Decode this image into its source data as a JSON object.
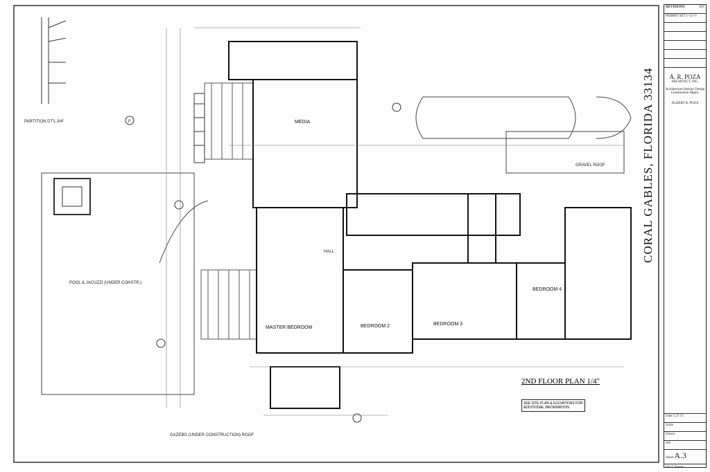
{
  "title_block": {
    "revisions_label": "REVISIONS",
    "by_label": "BY",
    "revision_1": "PERMIT SET 1-15-??",
    "firm_name": "A. R. POZA",
    "firm_sub": "ARCHITECT, INC.",
    "services": "Architecture Interior Design Construction Mgmt.",
    "architect": "ALBERT R. POZA",
    "date_label": "Date",
    "date_value": "5.27.15",
    "scale_label": "Scale",
    "drawn_label": "Drawn",
    "job_label": "Job",
    "sheet_label": "Sheet",
    "sheet_value": "A.3",
    "of_label": "Of",
    "of_value": "15",
    "sheets_label": "Sheets"
  },
  "location": "CORAL GABLES, FLORIDA 33134",
  "plan_title": "2ND FLOOR PLAN 1/4\"",
  "note": "SEE SITE PLAN & ELEVATIONS FOR ADDITIONAL INFORMATION",
  "rooms": {
    "media": "MEDIA",
    "master": "MASTER BEDROOM",
    "bed2": "BEDROOM 2",
    "bed3": "BEDROOM 3",
    "bed4": "BEDROOM 4",
    "hall": "HALL",
    "pool": "POOL & JACUZZI (UNDER CONSTR.)",
    "roof": "GRAVEL ROOF"
  },
  "partition_detail": "PARTITION DT'L 3/4\"",
  "detail_tag": "F",
  "loggia_note": "GAZEBO (UNDER CONSTRUCTION) ROOF"
}
